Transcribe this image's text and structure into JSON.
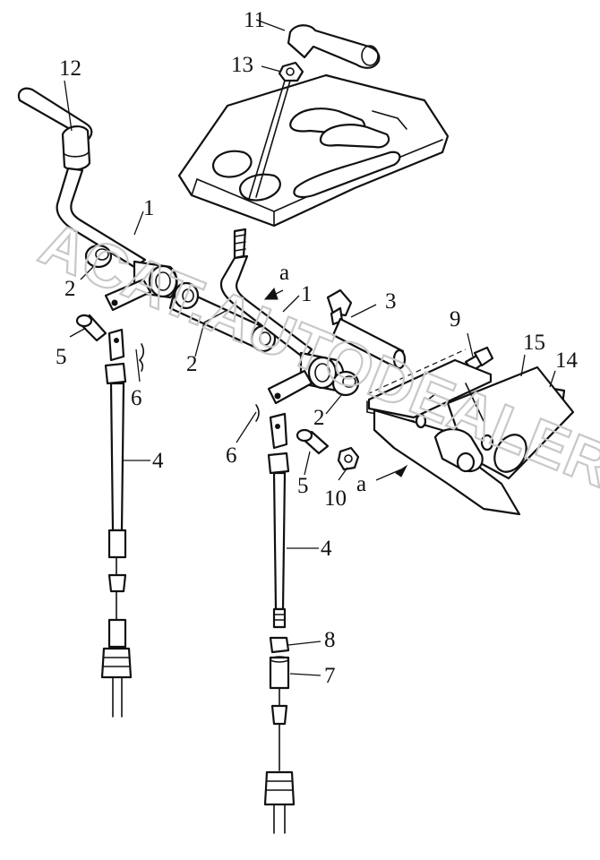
{
  "watermark": "ACAT.AUTODEALER.RU",
  "callouts": {
    "n1a": "1",
    "n1b": "1",
    "n2a": "2",
    "n2b": "2",
    "n2c": "2",
    "n3": "3",
    "n4a": "4",
    "n4b": "4",
    "n5a": "5",
    "n5b": "5",
    "n6a": "6",
    "n6b": "6",
    "n7": "7",
    "n8": "8",
    "n9": "9",
    "n10": "10",
    "n11": "11",
    "n12": "12",
    "n13": "13",
    "n14": "14",
    "n15": "15",
    "a1": "a",
    "a2": "a"
  }
}
